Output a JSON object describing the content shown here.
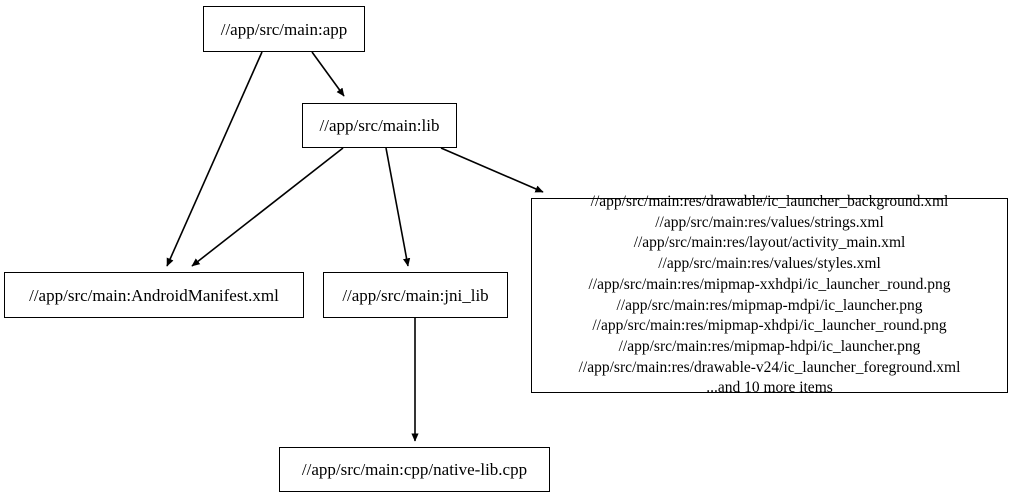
{
  "graph": {
    "type": "directed-dependency-graph",
    "background_color": "#ffffff",
    "node_border_color": "#000000",
    "edge_color": "#000000",
    "nodes": [
      {
        "id": "app",
        "label": "//app/src/main:app"
      },
      {
        "id": "lib",
        "label": "//app/src/main:lib"
      },
      {
        "id": "manifest",
        "label": "//app/src/main:AndroidManifest.xml"
      },
      {
        "id": "jni_lib",
        "label": "//app/src/main:jni_lib"
      },
      {
        "id": "res",
        "label": "//app/src/main:res/drawable/ic_launcher_background.xml\n//app/src/main:res/values/strings.xml\n//app/src/main:res/layout/activity_main.xml\n//app/src/main:res/values/styles.xml\n//app/src/main:res/mipmap-xxhdpi/ic_launcher_round.png\n//app/src/main:res/mipmap-mdpi/ic_launcher.png\n//app/src/main:res/mipmap-xhdpi/ic_launcher_round.png\n//app/src/main:res/mipmap-hdpi/ic_launcher.png\n//app/src/main:res/drawable-v24/ic_launcher_foreground.xml\n...and 10 more items",
        "lines": [
          "//app/src/main:res/drawable/ic_launcher_background.xml",
          "//app/src/main:res/values/strings.xml",
          "//app/src/main:res/layout/activity_main.xml",
          "//app/src/main:res/values/styles.xml",
          "//app/src/main:res/mipmap-xxhdpi/ic_launcher_round.png",
          "//app/src/main:res/mipmap-mdpi/ic_launcher.png",
          "//app/src/main:res/mipmap-xhdpi/ic_launcher_round.png",
          "//app/src/main:res/mipmap-hdpi/ic_launcher.png",
          "//app/src/main:res/drawable-v24/ic_launcher_foreground.xml",
          "...and 10 more items"
        ]
      },
      {
        "id": "cpp",
        "label": "//app/src/main:cpp/native-lib.cpp"
      }
    ],
    "edges": [
      {
        "from": "app",
        "to": "manifest"
      },
      {
        "from": "app",
        "to": "lib"
      },
      {
        "from": "lib",
        "to": "manifest"
      },
      {
        "from": "lib",
        "to": "jni_lib"
      },
      {
        "from": "lib",
        "to": "res"
      },
      {
        "from": "jni_lib",
        "to": "cpp"
      }
    ]
  }
}
